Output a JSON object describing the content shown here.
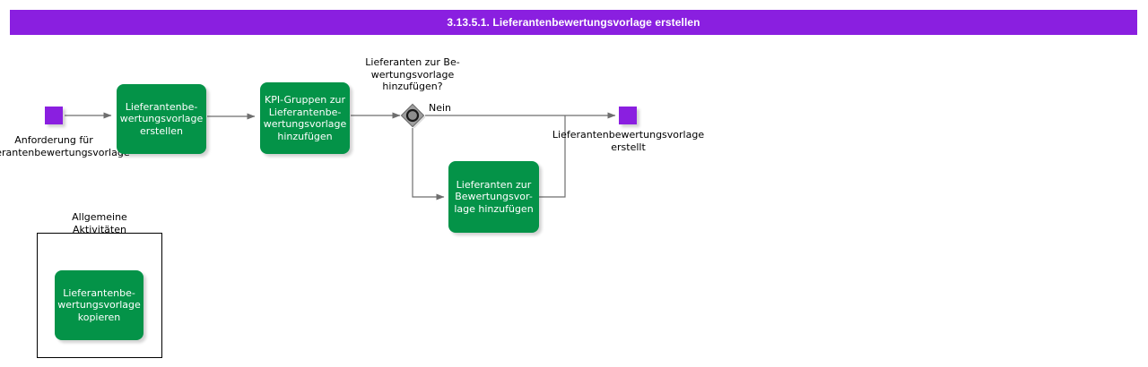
{
  "header": {
    "title": "3.13.5.1. Lieferantenbewertungsvorlage erstellen",
    "background_color": "#8A1FE0",
    "text_color": "#FFFFFF"
  },
  "colors": {
    "task_green": "#049348",
    "event_purple": "#8A1FE0",
    "gateway_gray": "#A8A8A8",
    "connector_gray": "#6E6E6E",
    "text_dark": "#000000",
    "task_text": "#FFFFFF",
    "canvas": "#FFFFFF"
  },
  "diagram": {
    "type": "bpmn-process-flow",
    "start_events": [
      {
        "id": "start-1",
        "name": "start-event",
        "label": "Anforderung für Lieferantenbewertungsvorlage",
        "label_line_1": "Anforderung für Lieferanten-",
        "label_line_2": "bewertungsvorlage",
        "shape": "square",
        "color": "#8A1FE0"
      }
    ],
    "tasks": [
      {
        "id": "task-1",
        "name": "task-lieferantenbewertungsvorlage-erstellen",
        "label": "Lieferantenbe-\nwertungsvorlage\nerstellen",
        "color": "#049348"
      },
      {
        "id": "task-2",
        "name": "task-kpi-gruppen-hinzufuegen",
        "label": "KPI-Gruppen zur\nLieferantenbe-\nwertungsvorlage\nhinzufügen",
        "color": "#049348"
      },
      {
        "id": "task-3",
        "name": "task-lieferanten-zur-bewertungsvorlage-hinzufuegen",
        "label": "Lieferanten zur\nBewertungsvor-\nlage hinzufügen",
        "color": "#049348"
      },
      {
        "id": "task-4",
        "name": "task-lieferantenbewertungsvorlage-kopieren",
        "label": "Lieferantenbe-\nwertungsvorlage\nkopieren",
        "color": "#049348"
      }
    ],
    "gateways": [
      {
        "id": "gateway-1",
        "name": "inclusive-gateway",
        "glyph": "circle-in-diamond",
        "question": "Lieferanten zur Be-\nwertungsvorlage\nhinzufügen?",
        "outgoing_labels": [
          "Nein"
        ]
      }
    ],
    "end_events": [
      {
        "id": "end-1",
        "name": "end-event",
        "label": "Lieferantenbewertungsvorlage\nerstellt",
        "shape": "square",
        "color": "#8A1FE0"
      }
    ],
    "groups": [
      {
        "id": "group-1",
        "name": "group-allgemeine-aktivitaeten",
        "title": "Allgemeine\nAktivitäten"
      }
    ],
    "flow_labels": {
      "nein": "Nein"
    }
  }
}
